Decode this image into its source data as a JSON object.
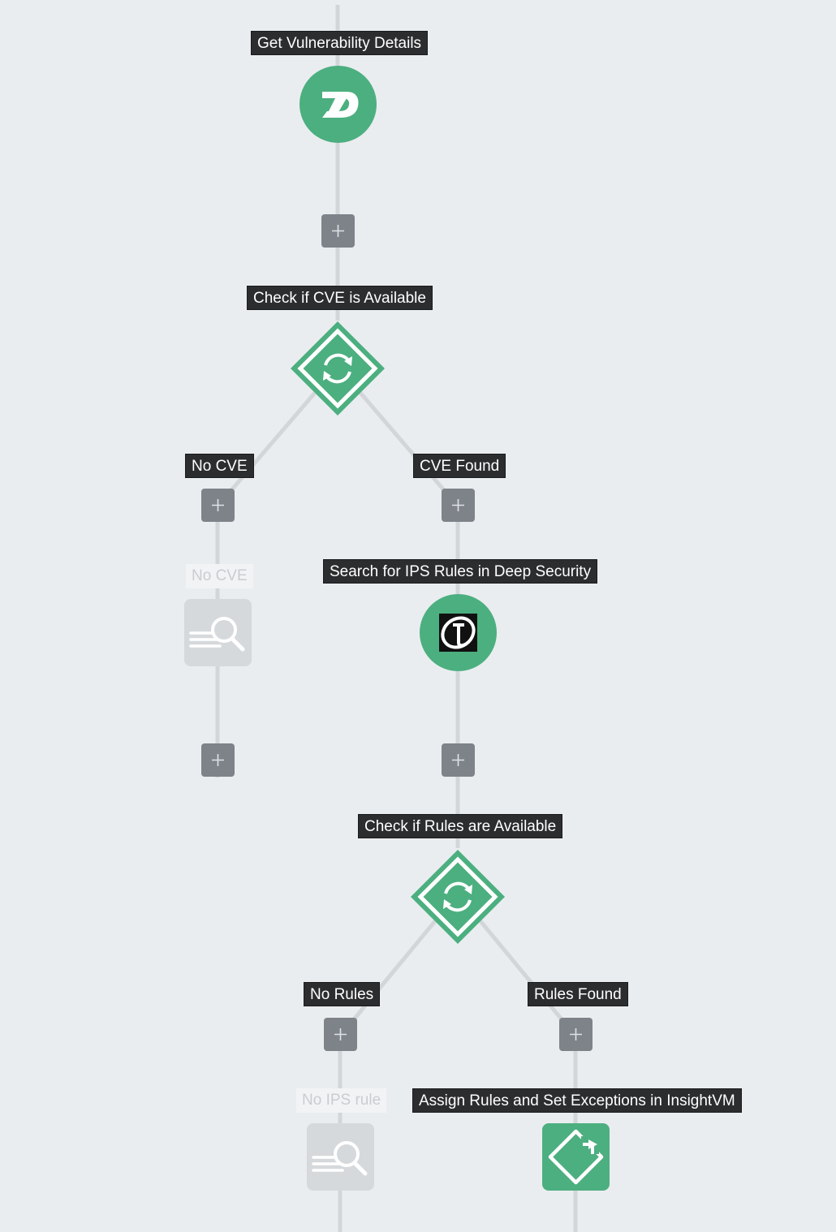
{
  "workflow": {
    "steps": {
      "get_vulnerability_details": "Get Vulnerability Details",
      "check_cve": "Check if CVE is Available",
      "branch_no_cve": "No CVE",
      "branch_cve_found": "CVE Found",
      "no_cve_action": "No CVE",
      "search_ips_rules": "Search for IPS Rules in Deep Security",
      "check_rules": "Check if Rules are Available",
      "branch_no_rules": "No Rules",
      "branch_rules_found": "Rules Found",
      "no_ips_rule_action": "No IPS rule",
      "assign_rules": "Assign Rules and Set Exceptions in InsightVM"
    },
    "icons": {
      "get_vulnerability_details": "rapid7-logo-icon",
      "check_cve": "decision-loop-icon",
      "no_cve_action": "search-filter-icon",
      "search_ips_rules": "trend-micro-logo-icon",
      "check_rules": "decision-loop-icon",
      "no_ips_rule_action": "search-filter-icon",
      "assign_rules": "rotate-diamond-icon"
    },
    "colors": {
      "accent_green": "#4caf80",
      "background": "#eaedf0",
      "label_bg": "#2b2d2f",
      "plus_button": "#7d8389",
      "connector": "#d3d6d9",
      "muted_node": "#d6d9dc"
    }
  }
}
